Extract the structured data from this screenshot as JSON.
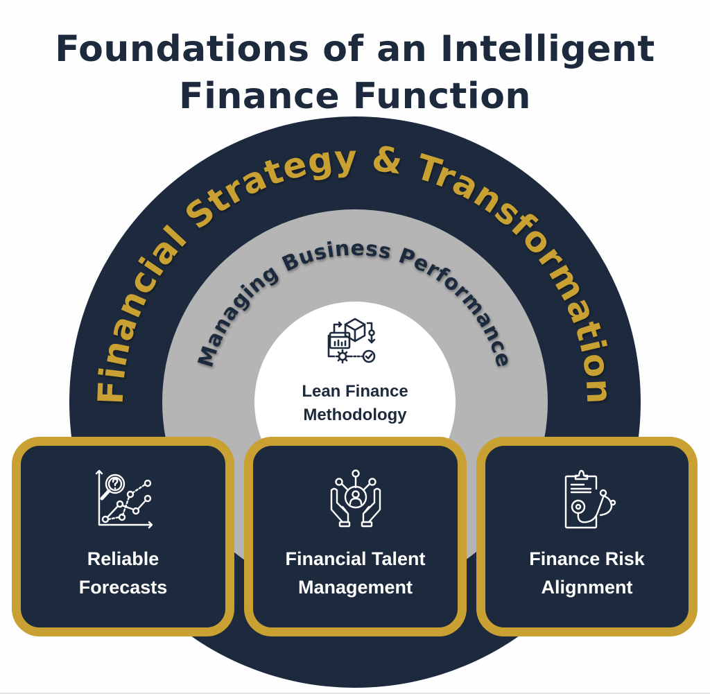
{
  "title": {
    "line1": "Foundations of an Intelligent",
    "line2": "Finance Function"
  },
  "rings": {
    "outer": {
      "label": "Financial Strategy & Transformation",
      "color": "#1d2a3d",
      "text_color": "#c9a032"
    },
    "middle": {
      "label": "Managing Business Performance",
      "color": "#b5b5b5",
      "text_color": "#1d2a3d"
    },
    "core": {
      "line1": "Lean Finance",
      "line2": "Methodology",
      "icon": "process-cube-gear-icon",
      "color": "#ffffff"
    }
  },
  "pillars": [
    {
      "line1": "Reliable",
      "line2": "Forecasts",
      "icon": "forecast-chart-magnifier-icon"
    },
    {
      "line1": "Financial Talent",
      "line2": "Management",
      "icon": "hands-network-person-icon"
    },
    {
      "line1": "Finance Risk",
      "line2": "Alignment",
      "icon": "clipboard-stethoscope-icon"
    }
  ],
  "colors": {
    "navy": "#1d2a3d",
    "gold": "#c9a032",
    "gray": "#b5b5b5",
    "white": "#ffffff"
  }
}
